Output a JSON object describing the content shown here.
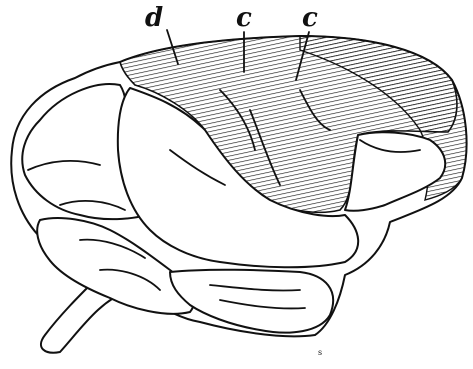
{
  "labels": {
    "d": "d",
    "c1": "c",
    "c2": "c",
    "small": "s"
  }
}
